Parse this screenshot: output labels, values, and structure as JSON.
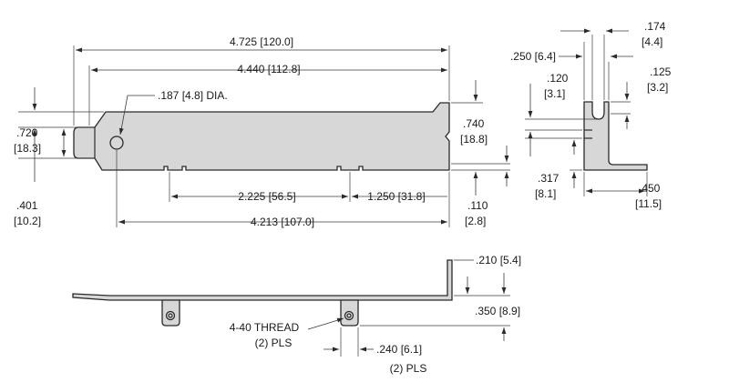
{
  "drawing": {
    "front_view": {
      "overall_length": "4.725 [120.0]",
      "inner_length": "4.440 [112.8]",
      "hole_callout": ".187 [4.8] DIA.",
      "tab_height_in": ".720",
      "tab_height_mm": "[18.3]",
      "body_height_in": ".740",
      "body_height_mm": "[18.8]",
      "tab_offset_in": ".401",
      "tab_offset_mm": "[10.2]",
      "end_offset_in": ".110",
      "end_offset_mm": "[2.8]",
      "slot_spacing": "2.225 [56.5]",
      "slot_to_end": "1.250 [31.8]",
      "hole_to_end": "4.213 [107.0]"
    },
    "side_view": {
      "slot_width_in": ".174",
      "slot_width_mm": "[4.4]",
      "flange_width": ".250 [6.4]",
      "slot_depth_in": ".120",
      "slot_depth_mm": "[3.1]",
      "top_offset_in": ".125",
      "top_offset_mm": "[3.2]",
      "lower_height_in": ".317",
      "lower_height_mm": "[8.1]",
      "base_width_in": ".450",
      "base_width_mm": "[11.5]"
    },
    "bottom_view": {
      "flange_height": ".210 [5.4]",
      "tab_depth": ".350 [8.9]",
      "thread_callout_line1": "4-40 THREAD",
      "thread_callout_line2": "(2) PLS",
      "tab_width": ".240 [6.1]",
      "tab_width_qty": "(2) PLS"
    }
  }
}
